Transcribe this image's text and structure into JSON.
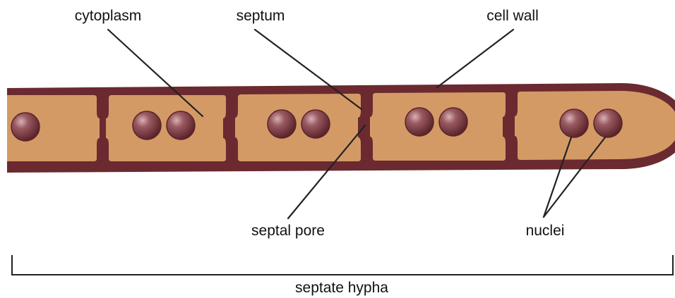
{
  "labels": {
    "cytoplasm": "cytoplasm",
    "septum": "septum",
    "cell_wall": "cell wall",
    "septal_pore": "septal pore",
    "nuclei": "nuclei",
    "septate_hypha": "septate hypha"
  },
  "colors": {
    "cell_wall": "#6b2930",
    "cytoplasm": "#d49a66",
    "nucleus": "#8a4a52",
    "leader_line": "#222222"
  }
}
